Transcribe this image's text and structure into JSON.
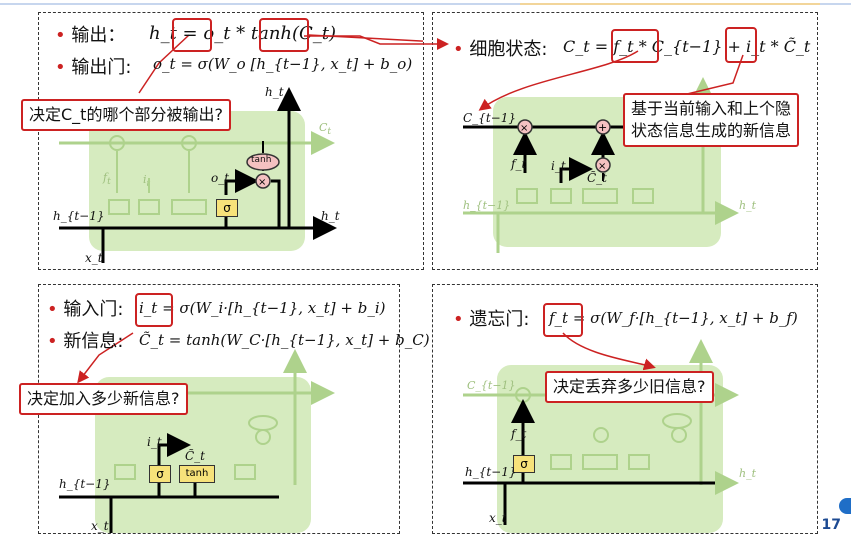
{
  "panels": {
    "output": {
      "bullet1_label": "输出：",
      "bullet1_formula": "h_t = o_t * tanh(C_t)",
      "bullet2_label": "输出门:",
      "bullet2_formula": "o_t = σ(W_o [h_{t−1}, x_t] + b_o)",
      "callout": "决定C_t的哪个部分被输出?",
      "gate_label": "σ",
      "tanh_label": "tanh",
      "diagram_labels": {
        "ht_top": "h_t",
        "ht_right": "h_t",
        "ht_prev": "h_{t−1}",
        "xt": "x_t",
        "ot": "o_t",
        "ct": "C_t"
      }
    },
    "cell_state": {
      "bullet_label": "细胞状态:",
      "bullet_formula": "C_t = f_t * C_{t−1} + i_t * C̃_t",
      "callout_line1": "基于当前输入和上个隐",
      "callout_line2": "状态信息生成的新信息",
      "diagram_labels": {
        "ct_prev": "C_{t−1}",
        "ft": "f_t",
        "it": "i_t",
        "ct_tilde": "C̃_t",
        "ht_prev": "h_{t−1}",
        "ht": "h_t"
      }
    },
    "input": {
      "bullet1_label": "输入门:",
      "bullet1_formula": "i_t = σ(W_i·[h_{t−1}, x_t] + b_i)",
      "bullet2_label": "新信息:",
      "bullet2_formula": "C̃_t = tanh(W_C·[h_{t−1}, x_t] + b_C)",
      "callout": "决定加入多少新信息?",
      "gate_label": "σ",
      "tanh_label": "tanh",
      "diagram_labels": {
        "it": "i_t",
        "ct_tilde": "C̃_t",
        "ht_prev": "h_{t−1}",
        "xt": "x_t"
      }
    },
    "forget": {
      "bullet_label": "遗忘门:",
      "bullet_formula": "f_t = σ(W_f·[h_{t−1}, x_t] + b_f)",
      "callout": "决定丢弃多少旧信息?",
      "gate_label": "σ",
      "diagram_labels": {
        "ft": "f_t",
        "ct_prev": "C_{t−1}",
        "ht_prev": "h_{t−1}",
        "xt": "x_t",
        "ht": "h_t"
      }
    }
  },
  "colors": {
    "accent": "#cc2222",
    "lstm_green": "#cfe8b4",
    "gate_yellow": "#f7e27a"
  },
  "page_number": "17"
}
